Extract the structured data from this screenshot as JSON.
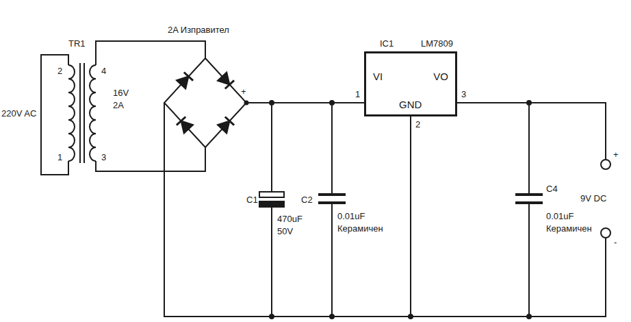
{
  "diagram": {
    "nodes": [
      {
        "text": [
          "IC1",
          "LM7809",
          "VI",
          "VO",
          "GND"
        ]
      }
    ],
    "labels": [
      "220V AC",
      "TR1",
      "2",
      "1",
      "4",
      "3",
      "16V",
      "2A",
      "2A Изправител",
      "+",
      "1",
      "3",
      "2",
      "C1",
      "470uF",
      "50V",
      "C2",
      "0.01uF",
      "Керамичен",
      "C4",
      "0.01uF",
      "Керамичен",
      "+",
      "9V DC",
      "-"
    ]
  }
}
